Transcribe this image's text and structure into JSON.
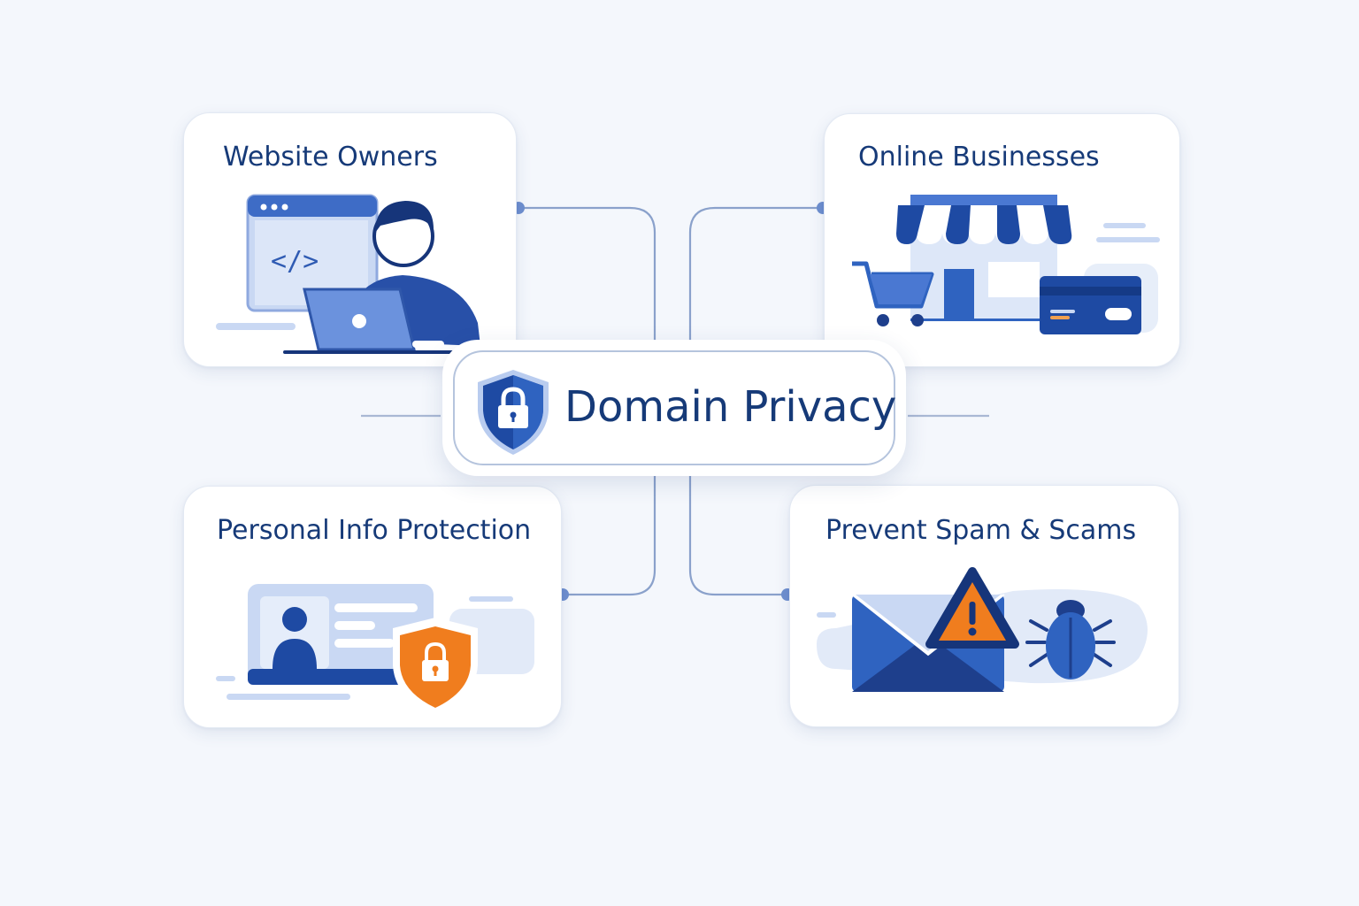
{
  "center": {
    "title": "Domain Privacy",
    "icon": "shield-lock-icon"
  },
  "cards": {
    "website_owners": {
      "title": "Website Owners",
      "icon": "developer-laptop-icon"
    },
    "online_businesses": {
      "title": "Online Businesses",
      "icon": "storefront-icon"
    },
    "personal_info": {
      "title": "Personal Info Protection",
      "icon": "id-card-shield-icon"
    },
    "prevent_spam": {
      "title": "Prevent Spam & Scams",
      "icon": "envelope-warning-bug-icon"
    }
  },
  "colors": {
    "navy": "#163a78",
    "blue": "#2f63c0",
    "light_blue": "#c9d8f3",
    "orange": "#f07d1e",
    "connector": "#7d96c4"
  }
}
